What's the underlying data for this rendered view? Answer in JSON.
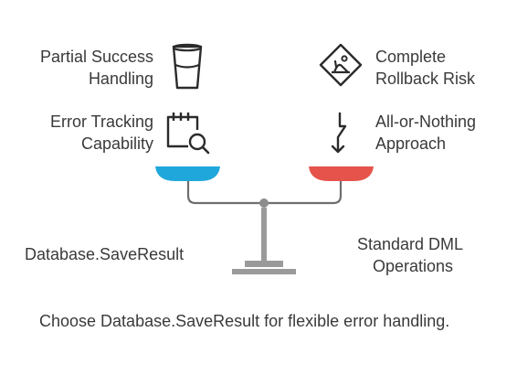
{
  "left_side": {
    "items": [
      {
        "line1": "Partial Success",
        "line2": "Handling",
        "icon": "glass-icon"
      },
      {
        "line1": "Error Tracking",
        "line2": "Capability",
        "icon": "calendar-search-icon"
      }
    ],
    "label": "Database.SaveResult",
    "pan_color": "#1FA7DC"
  },
  "right_side": {
    "items": [
      {
        "line1": "Complete",
        "line2": "Rollback Risk",
        "icon": "warning-sign-icon"
      },
      {
        "line1": "All-or-Nothing",
        "line2": "Approach",
        "icon": "lightning-arrow-icon"
      }
    ],
    "label_line1": "Standard DML",
    "label_line2": "Operations",
    "pan_color": "#E5534B"
  },
  "conclusion": "Choose Database.SaveResult for flexible error handling.",
  "scale_color": "#9A9A9A"
}
